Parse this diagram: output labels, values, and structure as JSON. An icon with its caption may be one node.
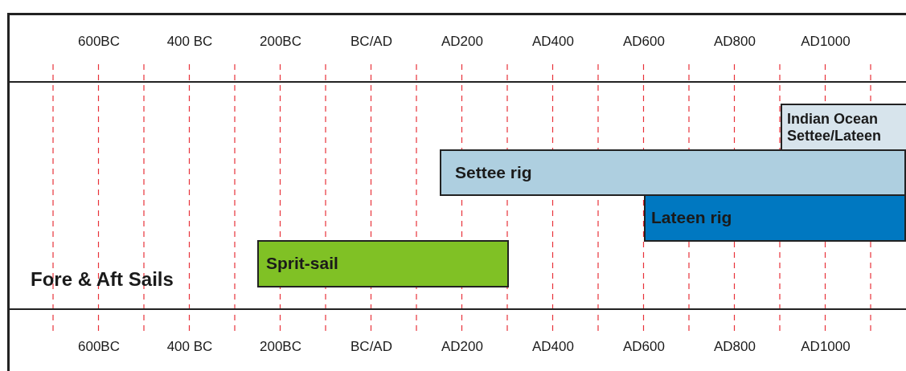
{
  "diagram": {
    "nodes": [
      {
        "text": [
          "Indian Ocean Settee/Lateen"
        ]
      },
      {
        "text": [
          "Settee rig"
        ]
      },
      {
        "text": [
          "Lateen rig"
        ]
      },
      {
        "text": [
          "Sprit-sail"
        ]
      }
    ],
    "labels": [
      "600BC",
      "400 BC",
      "200BC",
      "BC/AD",
      "AD200",
      "AD400",
      "AD600",
      "AD800",
      "AD1000",
      "Fore & Aft Sails",
      "600BC",
      "400 BC",
      "200BC",
      "BC/AD",
      "AD200",
      "AD400",
      "AD600",
      "AD800",
      "AD1000"
    ]
  }
}
